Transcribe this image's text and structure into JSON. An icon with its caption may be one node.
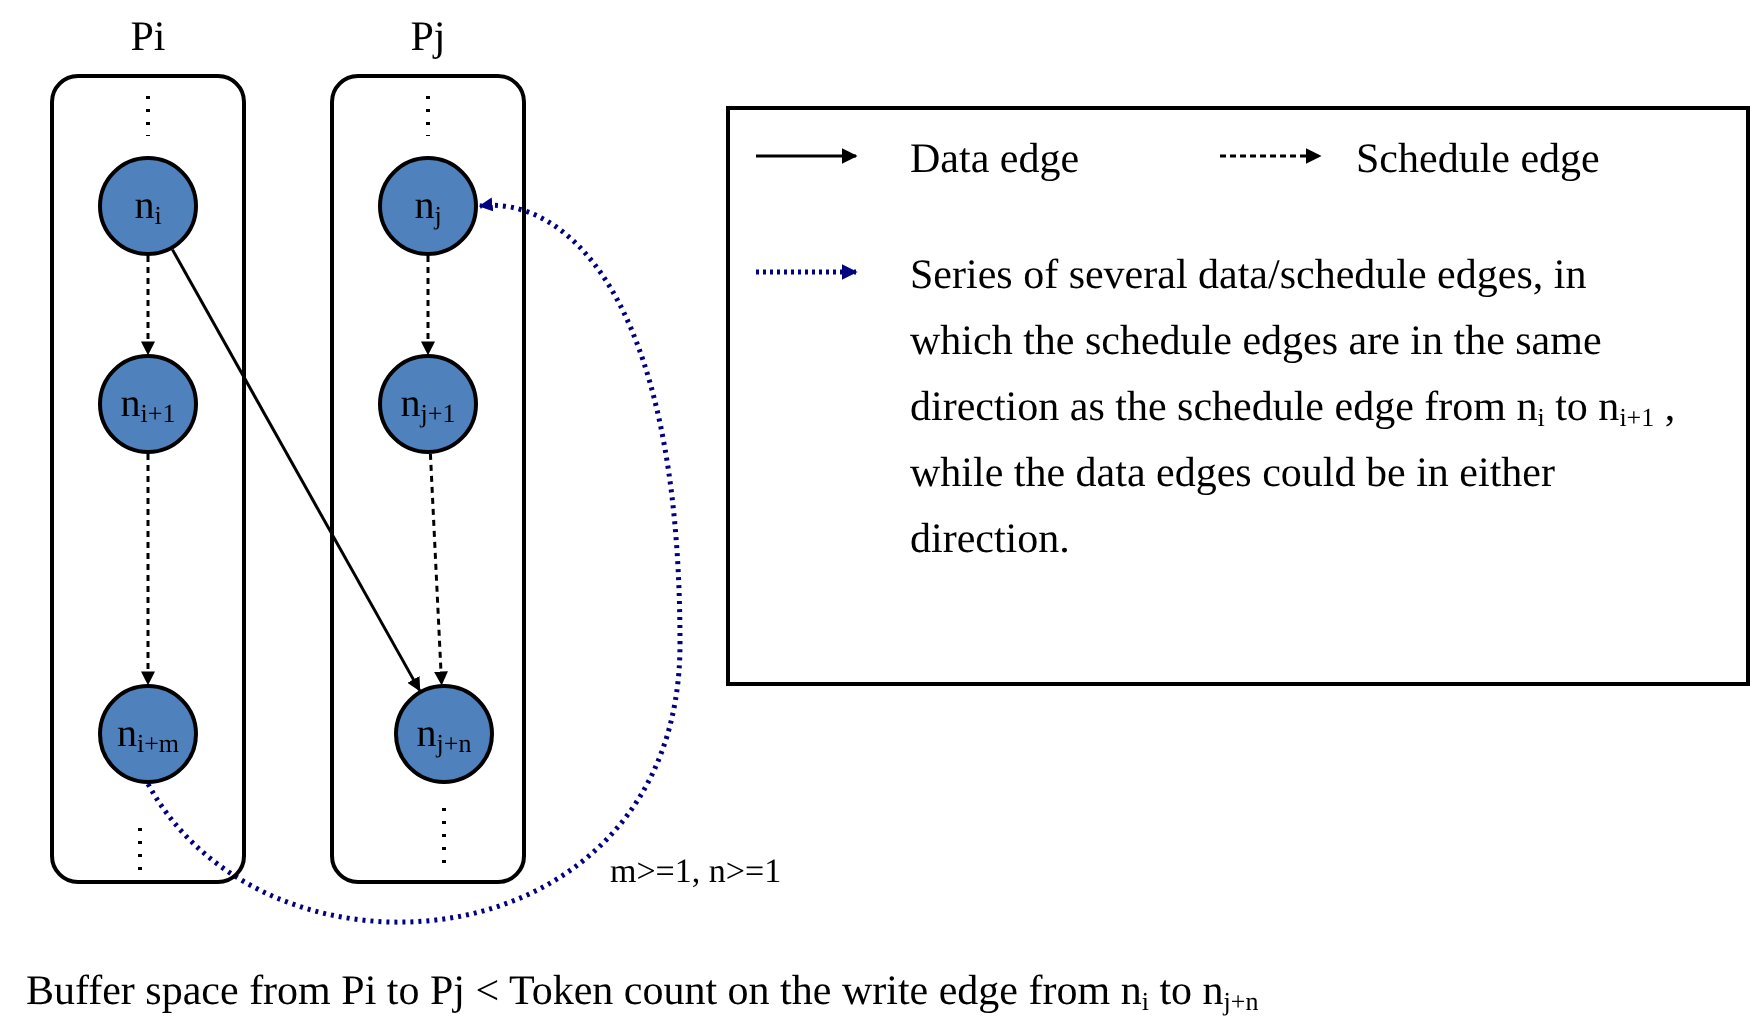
{
  "diagram": {
    "nodes": [
      {
        "text": [
          "Pi"
        ]
      },
      {
        "text": [
          "n$_{i}$"
        ],
        "in": 0
      },
      {
        "text": [
          "n$_{i+1}$"
        ],
        "in": 0
      },
      {
        "text": [
          "n$_{i+m}$"
        ],
        "in": 0
      },
      {
        "text": [
          "Pj"
        ]
      },
      {
        "text": [
          "n$_{j}$"
        ],
        "in": 4
      },
      {
        "text": [
          "n$_{j+1}$"
        ],
        "in": 4
      },
      {
        "text": [
          "n$_{j+n}$"
        ],
        "in": 4
      }
    ],
    "edges": [
      {
        "from": 1,
        "to": 2,
        "arrow": "to",
        "style": "dashed"
      },
      {
        "from": 2,
        "to": 3,
        "arrow": "to",
        "style": "dashed"
      },
      {
        "from": 5,
        "to": 6,
        "arrow": "to",
        "style": "dashed"
      },
      {
        "from": 6,
        "to": 7,
        "arrow": "to",
        "style": "dashed"
      },
      {
        "from": 1,
        "to": 7,
        "arrow": "to"
      },
      {
        "from": 3,
        "to": 5,
        "arrow": "to",
        "style": "dashed",
        "color": "#000080"
      }
    ],
    "labels": [
      "m>=1, n>=1"
    ],
    "legend": [
      {
        "text": "Data edge"
      },
      {
        "text": "Schedule edge"
      },
      {
        "text": "Series of several data/schedule edges, in which the schedule edges are in the same direction as the schedule edge from n$_{i}$ to n$_{i+1}$ , while the data edges could be in either direction."
      }
    ],
    "caption": "Buffer space from Pi to Pj < Token count on the write edge from n$_{i}$ to n$_{j+n}$"
  }
}
